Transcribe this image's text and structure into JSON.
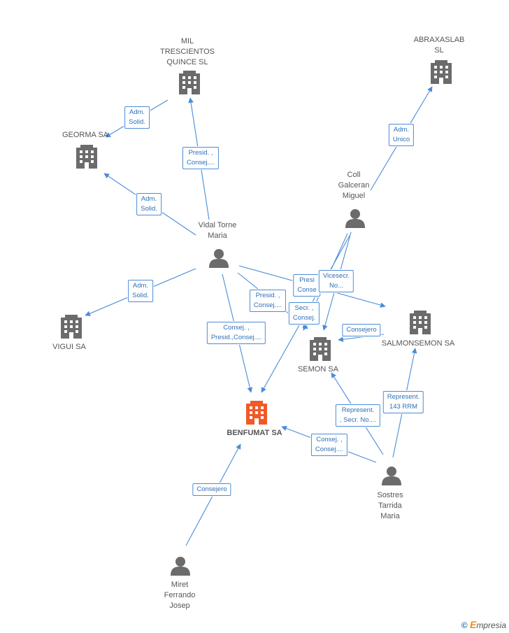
{
  "nodes": [
    {
      "id": "mil",
      "type": "company",
      "label": "MIL\nTRESCIENTOS\nQUINCE SL",
      "color": "#6b6b6b"
    },
    {
      "id": "abraxas",
      "type": "company",
      "label": "ABRAXASLAB\nSL",
      "color": "#6b6b6b"
    },
    {
      "id": "georma",
      "type": "company",
      "label": "GEORMA SA",
      "color": "#6b6b6b"
    },
    {
      "id": "coll",
      "type": "person",
      "label": "Coll\nGalceran\nMiguel",
      "color": "#6b6b6b"
    },
    {
      "id": "vidal",
      "type": "person",
      "label": "Vidal Torne\nMaria",
      "color": "#6b6b6b"
    },
    {
      "id": "vigui",
      "type": "company",
      "label": "VIGUI SA",
      "color": "#6b6b6b"
    },
    {
      "id": "salmon",
      "type": "company",
      "label": "SALMONSEMON SA",
      "color": "#6b6b6b"
    },
    {
      "id": "semon",
      "type": "company",
      "label": "SEMON SA",
      "color": "#6b6b6b"
    },
    {
      "id": "benfumat",
      "type": "company",
      "label": "BENFUMAT SA",
      "color": "#f05a28",
      "main": true
    },
    {
      "id": "sostres",
      "type": "person",
      "label": "Sostres\nTarrida\nMaria",
      "color": "#6b6b6b"
    },
    {
      "id": "miret",
      "type": "person",
      "label": "Miret\nFerrando\nJosep",
      "color": "#6b6b6b"
    }
  ],
  "edges": [
    {
      "id": "e1",
      "label": "Adm.\nSolid."
    },
    {
      "id": "e2",
      "label": "Presid. ,\nConsej...."
    },
    {
      "id": "e3",
      "label": "Adm.\nSolid."
    },
    {
      "id": "e4",
      "label": "Adm.\nUnico"
    },
    {
      "id": "e5",
      "label": "Adm.\nSolid."
    },
    {
      "id": "e6",
      "label": "Consej. ,\nPresid.,Consej...."
    },
    {
      "id": "e7",
      "label": "Presid. ,\nConsej...."
    },
    {
      "id": "e8",
      "label": "Presi\nConse"
    },
    {
      "id": "e9",
      "label": "Vicesecr.\nNo..."
    },
    {
      "id": "e10",
      "label": "Secr. ,\nConsej."
    },
    {
      "id": "e11",
      "label": "Consejero"
    },
    {
      "id": "e12",
      "label": "Represent.\n143 RRM"
    },
    {
      "id": "e13",
      "label": "Represent.\n, Secr. No...."
    },
    {
      "id": "e14",
      "label": "Consej. ,\nConsej...."
    },
    {
      "id": "e15",
      "label": "Consejero"
    }
  ],
  "edge_color": "#4a8cd8",
  "brand": {
    "copyright": "©",
    "e": "E",
    "rest": "mpresia"
  }
}
